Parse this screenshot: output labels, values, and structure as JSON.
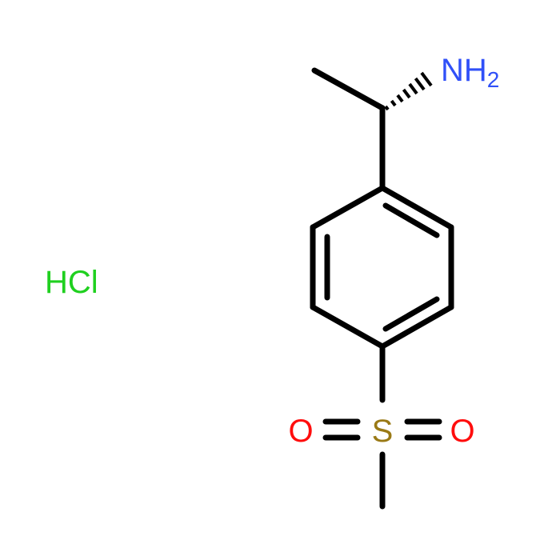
{
  "molecule": {
    "atoms": {
      "amine": {
        "symbol": "NH",
        "subscript": "2",
        "color": "#3050F8"
      },
      "sulfur": {
        "symbol": "S",
        "color": "#9A7A16"
      },
      "oxygen_left": {
        "symbol": "O",
        "color": "#FF0D0D"
      },
      "oxygen_right": {
        "symbol": "O",
        "color": "#FF0D0D"
      }
    },
    "counterion": {
      "label": "HCl",
      "color": "#1FD01F"
    },
    "bond_color": "#000000"
  }
}
